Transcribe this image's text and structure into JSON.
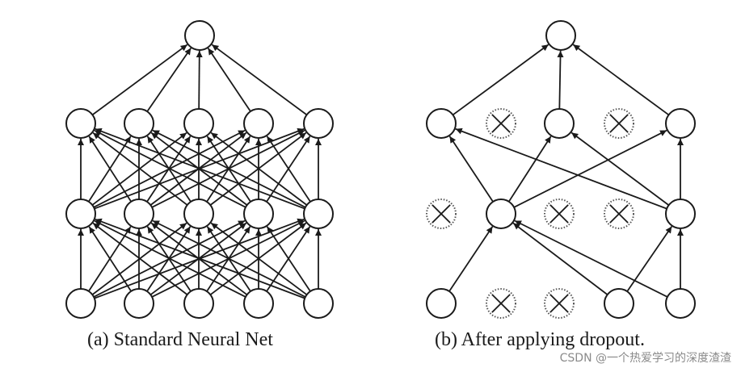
{
  "diagram": {
    "standard": {
      "caption": "(a) Standard Neural Net",
      "layers": [
        5,
        5,
        5,
        1
      ],
      "connectivity": "fully-connected",
      "dropped_units": []
    },
    "dropout": {
      "caption": "(b) After applying dropout.",
      "layers": [
        5,
        5,
        5,
        1
      ],
      "dropped_units": [
        {
          "layer": 0,
          "index": 1
        },
        {
          "layer": 0,
          "index": 2
        },
        {
          "layer": 1,
          "index": 0
        },
        {
          "layer": 1,
          "index": 2
        },
        {
          "layer": 1,
          "index": 3
        },
        {
          "layer": 2,
          "index": 1
        },
        {
          "layer": 2,
          "index": 3
        }
      ],
      "connections": [
        [
          [
            0,
            0
          ],
          [
            1,
            1
          ]
        ],
        [
          [
            0,
            3
          ],
          [
            1,
            1
          ]
        ],
        [
          [
            0,
            3
          ],
          [
            1,
            4
          ]
        ],
        [
          [
            0,
            4
          ],
          [
            1,
            1
          ]
        ],
        [
          [
            0,
            4
          ],
          [
            1,
            4
          ]
        ],
        [
          [
            1,
            1
          ],
          [
            2,
            0
          ]
        ],
        [
          [
            1,
            1
          ],
          [
            2,
            2
          ]
        ],
        [
          [
            1,
            1
          ],
          [
            2,
            4
          ]
        ],
        [
          [
            1,
            4
          ],
          [
            2,
            0
          ]
        ],
        [
          [
            1,
            4
          ],
          [
            2,
            2
          ]
        ],
        [
          [
            1,
            4
          ],
          [
            2,
            4
          ]
        ],
        [
          [
            2,
            0
          ],
          [
            3,
            0
          ]
        ],
        [
          [
            2,
            2
          ],
          [
            3,
            0
          ]
        ],
        [
          [
            2,
            4
          ],
          [
            3,
            0
          ]
        ]
      ]
    },
    "colors": {
      "stroke": "#1a1a1a",
      "dropped": "#555555"
    }
  },
  "watermark": "CSDN @一个热爱学习的深度渣渣"
}
